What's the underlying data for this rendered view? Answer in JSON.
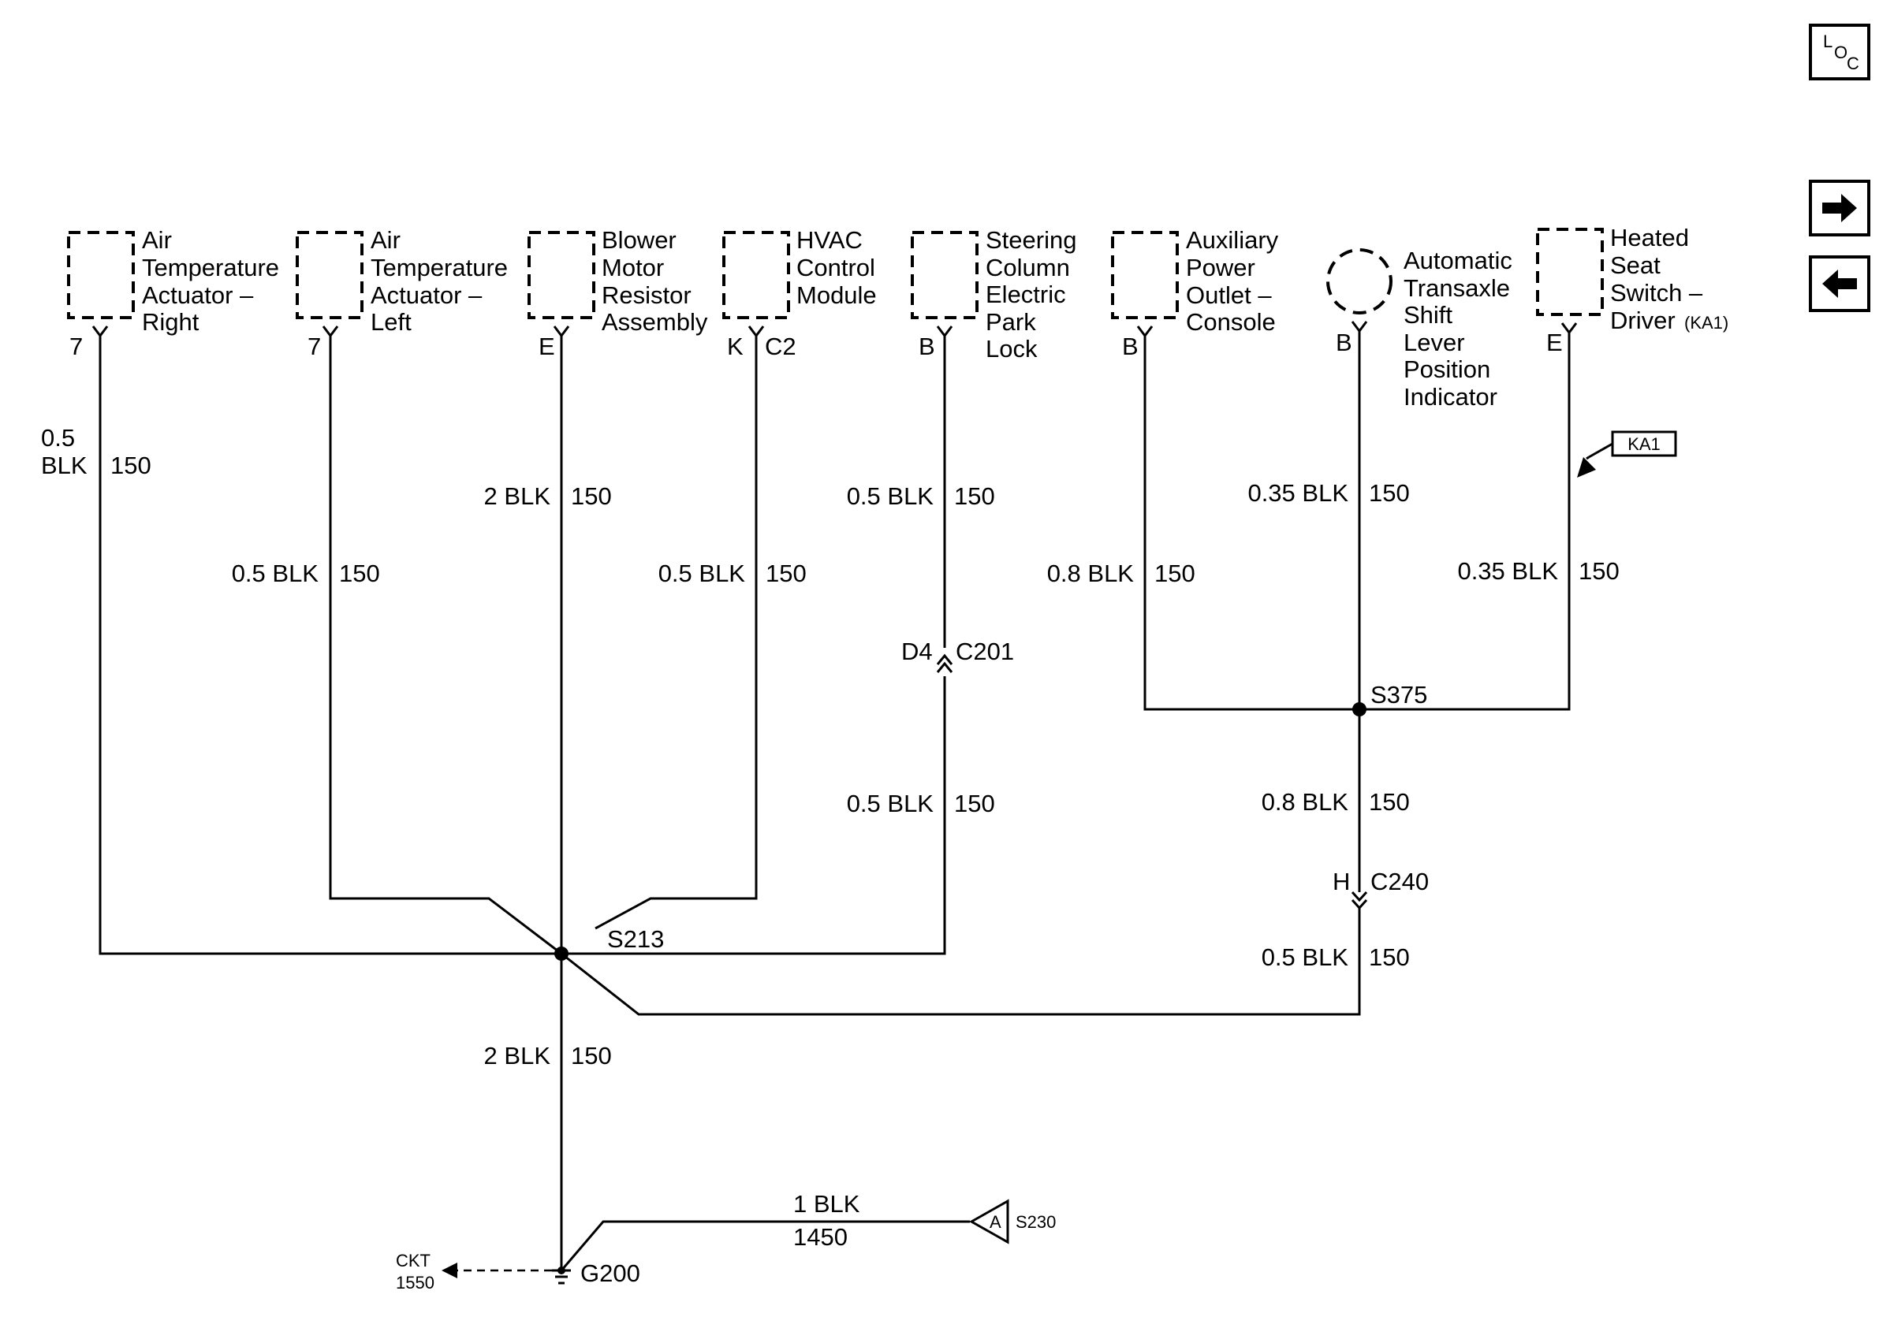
{
  "nav": {
    "loc": {
      "l": "L",
      "o": "O",
      "c": "C"
    },
    "forward": "forward-arrow",
    "back": "back-arrow"
  },
  "components": {
    "air_temp_right": {
      "name": [
        "Air",
        "Temperature",
        "Actuator –",
        "Right"
      ],
      "pin": "7"
    },
    "air_temp_left": {
      "name": [
        "Air",
        "Temperature",
        "Actuator –",
        "Left"
      ],
      "pin": "7"
    },
    "blower_resistor": {
      "name": [
        "Blower",
        "Motor",
        "Resistor",
        "Assembly"
      ],
      "pin": "E"
    },
    "hvac_module": {
      "name": [
        "HVAC",
        "Control",
        "Module"
      ],
      "pin": "K",
      "connector": "C2"
    },
    "steering_lock": {
      "name": [
        "Steering",
        "Column",
        "Electric",
        "Park",
        "Lock"
      ],
      "pin": "B"
    },
    "aux_outlet": {
      "name": [
        "Auxiliary",
        "Power",
        "Outlet –",
        "Console"
      ],
      "pin": "B"
    },
    "shift_indicator": {
      "name": [
        "Automatic",
        "Transaxle",
        "Shift",
        "Lever",
        "Position",
        "Indicator"
      ],
      "pin": "B"
    },
    "heated_seat": {
      "name": [
        "Heated",
        "Seat",
        "Switch –",
        "Driver"
      ],
      "option": "(KA1)",
      "pin": "E"
    }
  },
  "wires": {
    "w_right": {
      "gauge": [
        "0.5",
        "BLK"
      ],
      "circuit": "150"
    },
    "w_left": {
      "gauge": "0.5 BLK",
      "circuit": "150"
    },
    "w_blower": {
      "gauge": "2 BLK",
      "circuit": "150"
    },
    "w_hvac": {
      "gauge": "0.5 BLK",
      "circuit": "150"
    },
    "w_steer_upper": {
      "gauge": "0.5 BLK",
      "circuit": "150"
    },
    "w_steer_lower": {
      "gauge": "0.5 BLK",
      "circuit": "150"
    },
    "w_aux": {
      "gauge": "0.8 BLK",
      "circuit": "150"
    },
    "w_shift": {
      "gauge": "0.35 BLK",
      "circuit": "150"
    },
    "w_seat": {
      "gauge": "0.35 BLK",
      "circuit": "150"
    },
    "w_s375_down": {
      "gauge": "0.8 BLK",
      "circuit": "150"
    },
    "w_c240_down": {
      "gauge": "0.5 BLK",
      "circuit": "150"
    },
    "w_ground": {
      "gauge": "2 BLK",
      "circuit": "150"
    },
    "w_s230": {
      "gauge": "1 BLK",
      "circuit": "1450"
    }
  },
  "connectors": {
    "c201": {
      "pin": "D4",
      "name": "C201"
    },
    "c240": {
      "pin": "H",
      "name": "C240"
    }
  },
  "splices": {
    "s213": "S213",
    "s375": "S375"
  },
  "ground": {
    "name": "G200"
  },
  "ckt_ref": {
    "line1": "CKT",
    "line2": "1550"
  },
  "s230_ref": {
    "pin": "A",
    "name": "S230"
  },
  "option_flag": "KA1"
}
